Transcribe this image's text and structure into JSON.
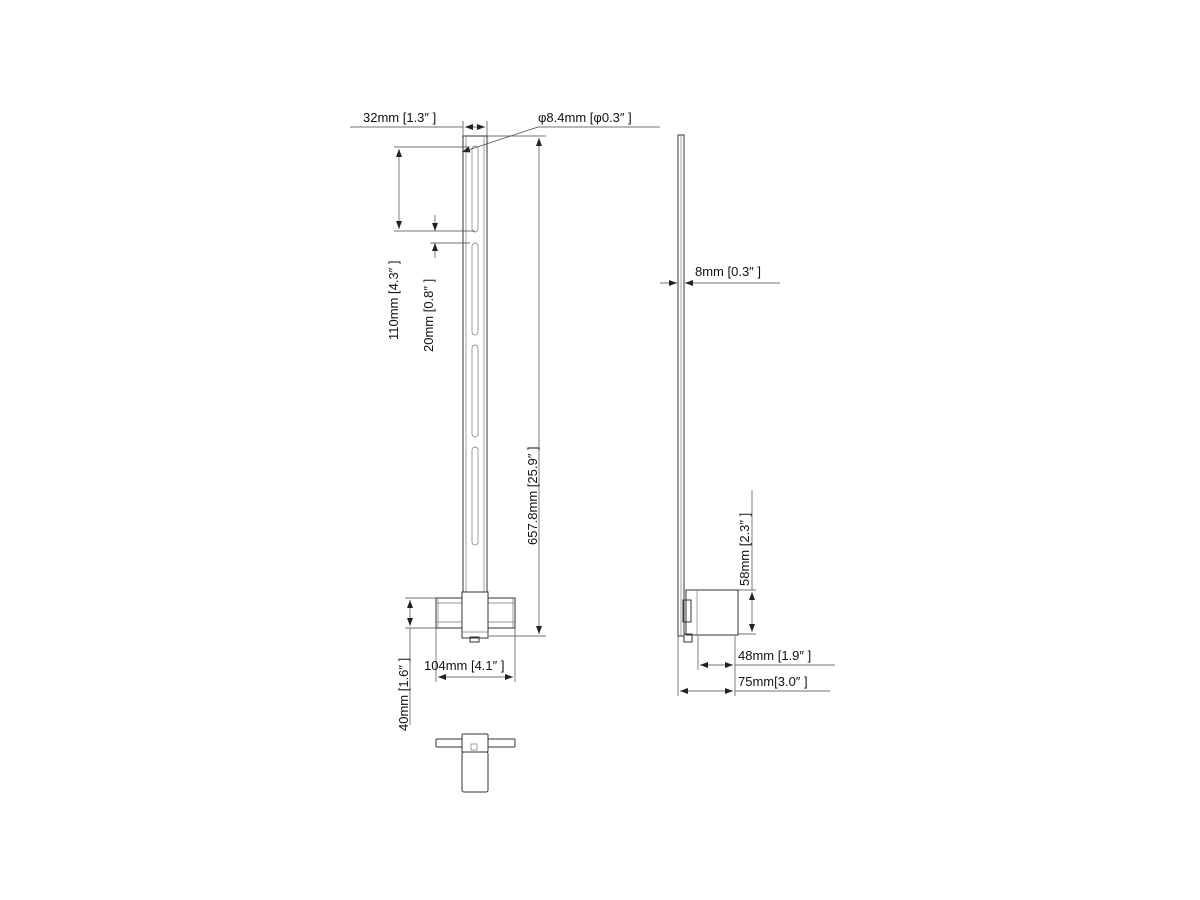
{
  "drawing": {
    "front_view": {
      "width_label": "32mm [1.3″  ]",
      "hole_label": "φ8.4mm [φ0.3″  ]",
      "slot_spacing_label": "110mm [4.3″  ]",
      "slot_gap_label": "20mm [0.8″  ]",
      "height_label": "657.8mm [25.9″  ]",
      "bracket_height_label": "40mm [1.6″  ]",
      "bracket_width_label": "104mm [4.1″  ]"
    },
    "side_view": {
      "thickness_label": "8mm [0.3″  ]",
      "bracket_height_label": "58mm [2.3″  ]",
      "bracket_depth_label": "48mm [1.9″  ]",
      "total_depth_label": "75mm[3.0″  ]"
    },
    "line_color": "#333333"
  }
}
